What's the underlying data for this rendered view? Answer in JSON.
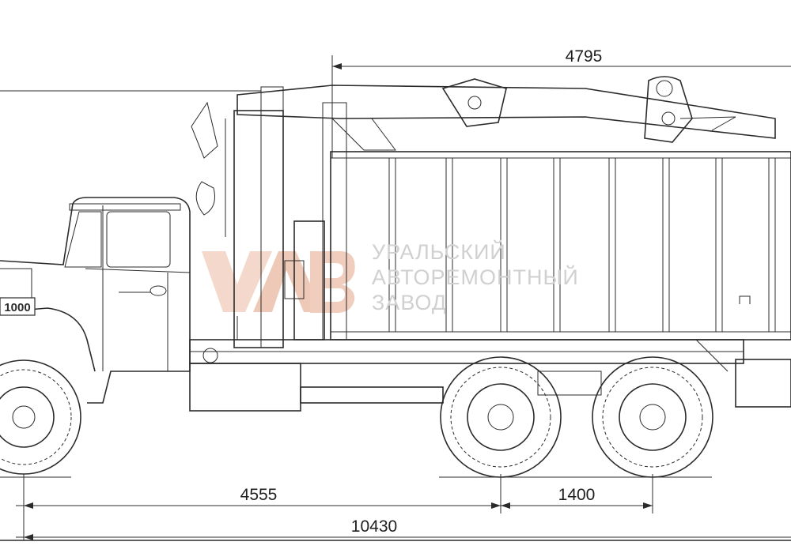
{
  "dimensions": {
    "top_length": "4795",
    "wheelbase_front": "4555",
    "wheelbase_rear": "1400",
    "total_length": "10430"
  },
  "watermark": {
    "logo_letters": "УАРЗ",
    "line1": "УРАЛЬСКИЙ",
    "line2": "АВТОРЕМОНТНЫЙ",
    "line3": "ЗАВОД"
  },
  "cab_badge": "1000",
  "colors": {
    "line": "#2b2b2b",
    "watermark_logo": "#f0cdbd",
    "watermark_text": "#d0d0d0"
  }
}
